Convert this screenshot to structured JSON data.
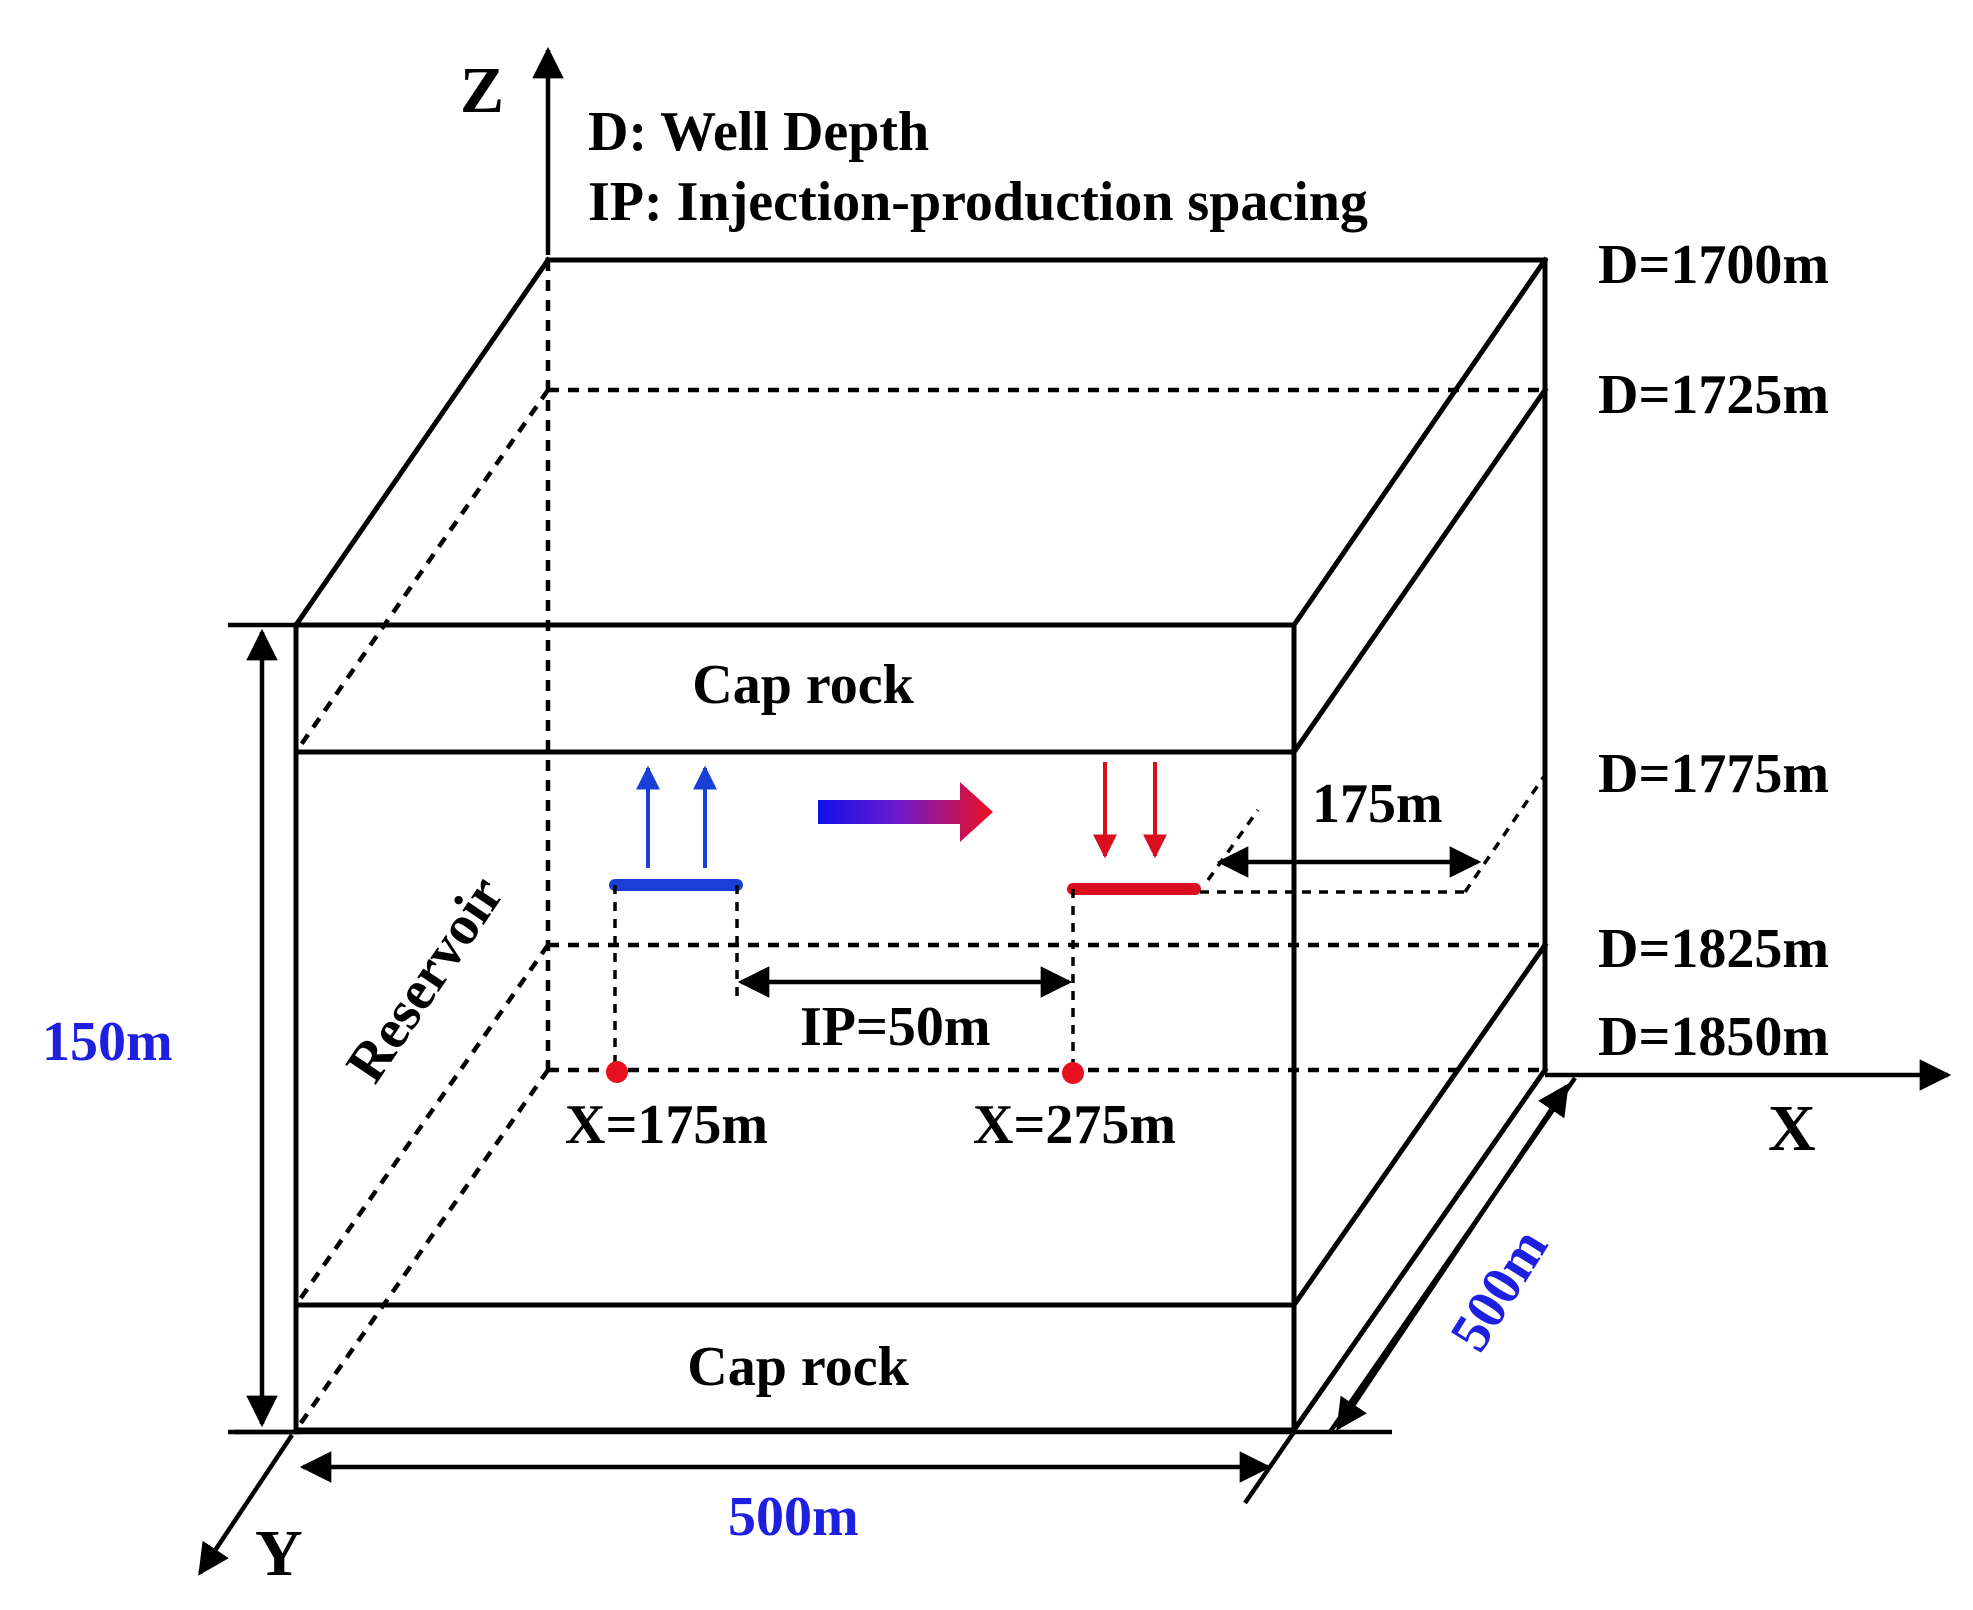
{
  "axes": {
    "z": "Z",
    "x": "X",
    "y": "Y"
  },
  "legend": {
    "line1": "D: Well Depth",
    "line2": "IP: Injection-production spacing"
  },
  "depths": {
    "d1700": "D=1700m",
    "d1725": "D=1725m",
    "d1775": "D=1775m",
    "d1825": "D=1825m",
    "d1850": "D=1850m"
  },
  "layers": {
    "cap_rock_top": "Cap rock",
    "reservoir": "Reservoir",
    "cap_rock_bottom": "Cap rock"
  },
  "wells": {
    "producer_x": "X=175m",
    "injector_x": "X=275m",
    "spacing": "IP=50m",
    "length": "175m"
  },
  "dimensions": {
    "height": "150m",
    "width": "500m",
    "depth": "500m"
  },
  "colors": {
    "producer": "#1a3fd6",
    "injector": "#d90e1e",
    "dimension_text": "#1f1fe0",
    "well_marker": "#e8101e"
  }
}
